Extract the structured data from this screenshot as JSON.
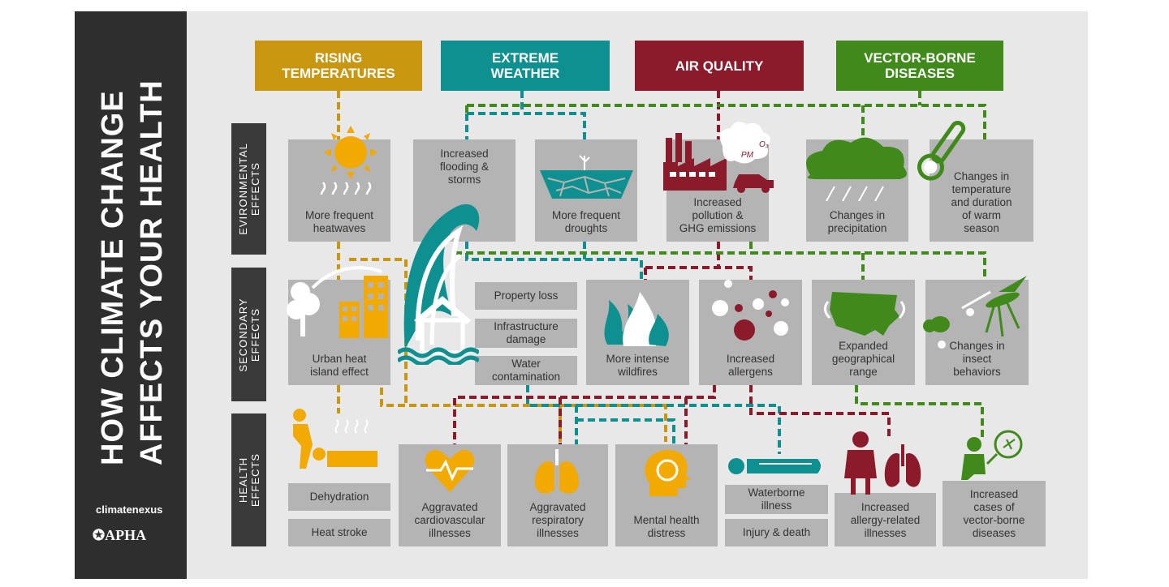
{
  "title_line1": "HOW CLIMATE CHANGE",
  "title_line2": "AFFECTS YOUR HEALTH",
  "logos": {
    "climatenexus": "climatenexus",
    "apha": "✪APHA"
  },
  "row_labels": {
    "environmental": "EVIRONMENTAL\nEFFECTS",
    "secondary": "SECONDARY\nEFFECTS",
    "health": "HEALTH\nEFFECTS"
  },
  "colors": {
    "temperature": "#c8960f",
    "weather": "#0f9090",
    "air": "#8b1a2b",
    "vector": "#3f8a1a",
    "icon_yellow": "#f2a900"
  },
  "categories": {
    "rising_temperatures": "RISING\nTEMPERATURES",
    "extreme_weather": "EXTREME\nWEATHER",
    "air_quality": "AIR QUALITY",
    "vector_borne": "VECTOR-BORNE\nDISEASES"
  },
  "environmental": {
    "heatwaves": "More frequent\nheatwaves",
    "flooding": "Increased\nflooding &\nstorms",
    "droughts": "More frequent\ndroughts",
    "pollution": "Increased\npollution &\nGHG emissions",
    "o3_label": "O₃",
    "pm_label": "PM",
    "precipitation": "Changes in\nprecipitation",
    "warm_season": "Changes in\ntemperature\nand duration\nof warm\nseason"
  },
  "secondary": {
    "urban_heat": "Urban heat\nisland effect",
    "property_loss": "Property loss",
    "infrastructure": "Infrastructure\ndamage",
    "water_contamination": "Water\ncontamination",
    "wildfires": "More intense\nwildfires",
    "allergens": "Increased\nallergens",
    "geographical": "Expanded\ngeographical\nrange",
    "insect": "Changes in\ninsect\nbehaviors"
  },
  "health": {
    "dehydration": "Dehydration",
    "heat_stroke": "Heat stroke",
    "cardiovascular": "Aggravated\ncardiovascular\nillnesses",
    "respiratory": "Aggravated\nrespiratory\nillnesses",
    "mental": "Mental health\ndistress",
    "waterborne": "Waterborne\nillness",
    "injury": "Injury & death",
    "allergy": "Increased\nallergy-related\nillnesses",
    "vector_cases": "Increased\ncases of\nvector-borne\ndiseases"
  }
}
